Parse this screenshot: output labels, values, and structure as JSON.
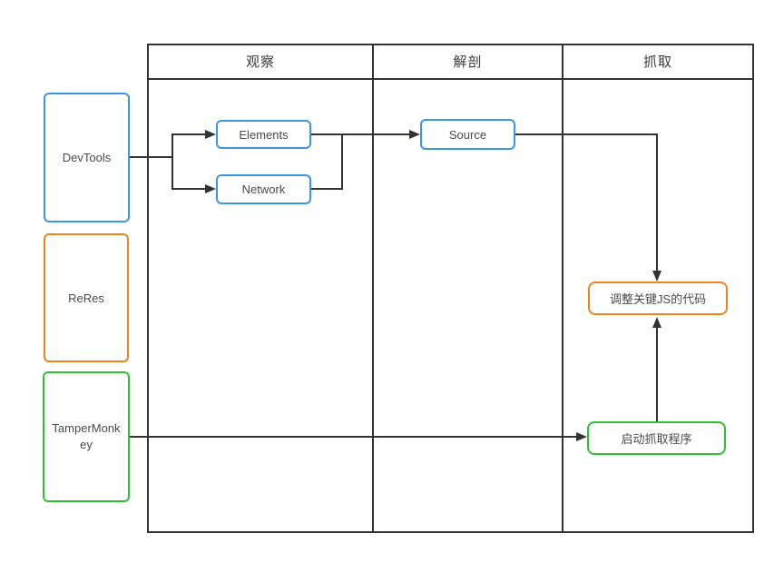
{
  "diagram": {
    "columns": [
      {
        "label": "观察"
      },
      {
        "label": "解剖"
      },
      {
        "label": "抓取"
      }
    ],
    "nodes": {
      "devtools": {
        "label": "DevTools",
        "color": "blue"
      },
      "reres": {
        "label": "ReRes",
        "color": "orange"
      },
      "tampermonkey": {
        "label": "TamperMonkey",
        "color": "green"
      },
      "elements": {
        "label": "Elements",
        "color": "blue"
      },
      "network": {
        "label": "Network",
        "color": "blue"
      },
      "source": {
        "label": "Source",
        "color": "blue"
      },
      "adjust_js": {
        "label": "调整关键JS的代码",
        "color": "orange"
      },
      "start_capture": {
        "label": "启动抓取程序",
        "color": "green"
      }
    },
    "edges": [
      {
        "from": "devtools",
        "to": "elements"
      },
      {
        "from": "devtools",
        "to": "network"
      },
      {
        "from": "elements",
        "to": "source"
      },
      {
        "from": "network",
        "to": "source"
      },
      {
        "from": "source",
        "to": "adjust_js"
      },
      {
        "from": "tampermonkey",
        "to": "start_capture"
      },
      {
        "from": "start_capture",
        "to": "adjust_js"
      }
    ],
    "colors": {
      "blue": "#3b97e3",
      "orange": "#f08418",
      "green": "#2fc12f",
      "line": "#333333",
      "text": "#4a4a4a"
    }
  }
}
